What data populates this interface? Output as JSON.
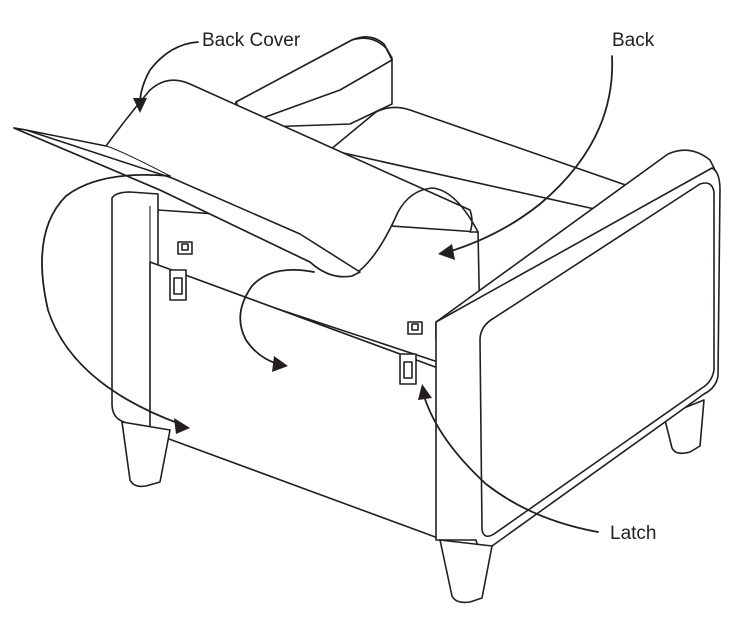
{
  "labels": {
    "back_cover": "Back Cover",
    "back": "Back",
    "latch": "Latch"
  }
}
